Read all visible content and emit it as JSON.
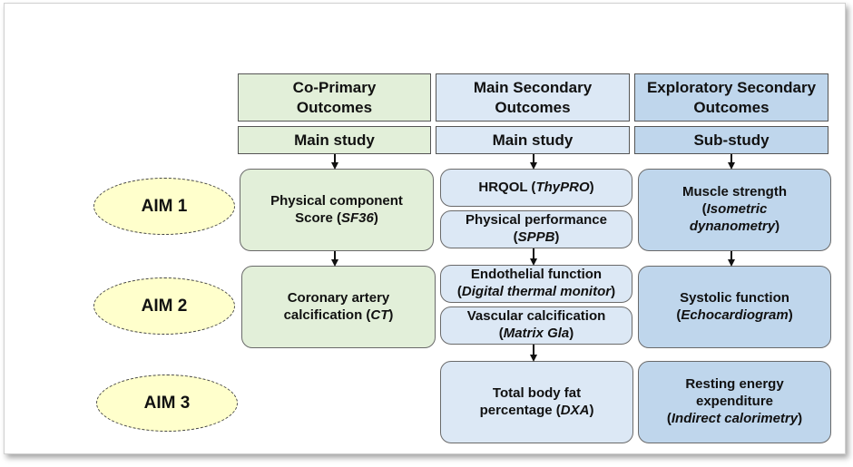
{
  "columns": [
    {
      "header": "Co-Primary Outcomes",
      "study": "Main study"
    },
    {
      "header": "Main Secondary Outcomes",
      "study": "Main study"
    },
    {
      "header": "Exploratory Secondary Outcomes",
      "study": "Sub-study"
    }
  ],
  "aims": [
    "AIM 1",
    "AIM 2",
    "AIM 3"
  ],
  "cells": {
    "physical_component": {
      "line1": "Physical component",
      "line2_pre": "Score (",
      "method": "SF36",
      "line2_post": ")"
    },
    "coronary": {
      "line1": "Coronary artery",
      "line2_pre": "calcification (",
      "method": "CT",
      "line2_post": ")"
    },
    "hrqol": {
      "pre": "HRQOL (",
      "method": "ThyPRO",
      "post": ")"
    },
    "physical_performance": {
      "line1": "Physical performance",
      "line2_pre": "(",
      "method": "SPPB",
      "line2_post": ")"
    },
    "endothelial": {
      "line1": "Endothelial function",
      "line2_pre": "(",
      "method": "Digital thermal monitor",
      "line2_post": ")"
    },
    "vascular": {
      "line1": "Vascular calcification",
      "line2_pre": "(",
      "method": "Matrix Gla",
      "line2_post": ")"
    },
    "body_fat": {
      "line1": "Total body fat",
      "line2_pre": "percentage (",
      "method": "DXA",
      "line2_post": ")"
    },
    "muscle": {
      "line1": "Muscle strength",
      "line2_pre": "(",
      "method_line1": "Isometric",
      "method_line2": "dynanometry",
      "line3_post": ")"
    },
    "systolic": {
      "line1": "Systolic function",
      "line2_pre": "(",
      "method": "Echocardiogram",
      "line2_post": ")"
    },
    "resting": {
      "line1": "Resting energy",
      "line2": "expenditure",
      "line3_pre": "(",
      "method": "Indirect calorimetry",
      "line3_post": ")"
    }
  },
  "colors": {
    "green": "#e2efd9",
    "light_blue": "#dce8f5",
    "mid_blue": "#bfd6ec",
    "aim_fill": "#ffffcc"
  }
}
